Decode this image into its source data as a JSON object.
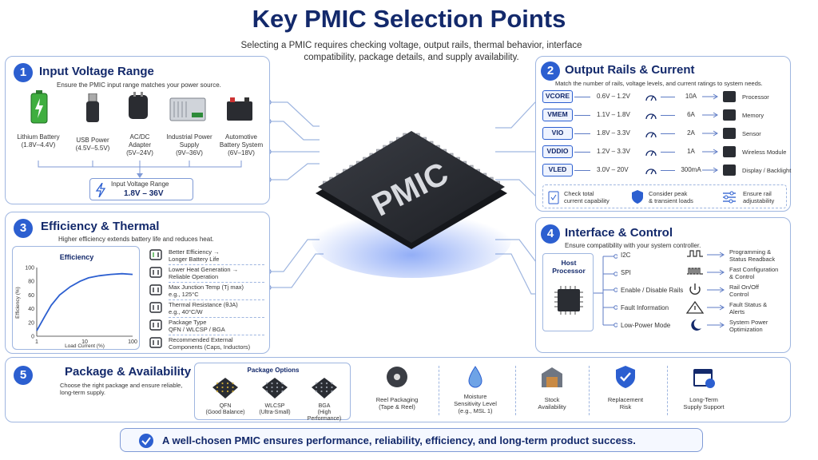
{
  "header": {
    "title": "Key PMIC Selection Points",
    "subtitle": "Selecting a PMIC requires checking voltage, output rails, thermal behavior, interface compatibility, package details, and supply availability."
  },
  "chip": {
    "label": "PMIC"
  },
  "input": {
    "number": "1",
    "title": "Input Voltage Range",
    "desc": "Ensure the PMIC input range matches your power source.",
    "sources": [
      {
        "name": "Lithium Battery",
        "range": "(1.8V–4.4V)"
      },
      {
        "name": "USB Power",
        "range": "(4.5V–5.5V)"
      },
      {
        "name": "AC/DC Adapter",
        "range": "(5V–24V)"
      },
      {
        "name": "Industrial Power Supply",
        "range": "(9V–36V)"
      },
      {
        "name": "Automotive Battery System",
        "range": "(6V–18V)"
      }
    ],
    "range_label": "Input Voltage Range",
    "range_value": "1.8V – 36V"
  },
  "rails": {
    "number": "2",
    "title": "Output Rails & Current",
    "desc": "Match the number of rails, voltage levels, and current ratings to system needs.",
    "items": [
      {
        "tag": "VCORE",
        "voltage": "0.6V – 1.2V",
        "current": "10A",
        "load": "Processor"
      },
      {
        "tag": "VMEM",
        "voltage": "1.1V – 1.8V",
        "current": "6A",
        "load": "Memory"
      },
      {
        "tag": "VIO",
        "voltage": "1.8V – 3.3V",
        "current": "2A",
        "load": "Sensor"
      },
      {
        "tag": "VDDIO",
        "voltage": "1.2V – 3.3V",
        "current": "1A",
        "load": "Wireless Module"
      },
      {
        "tag": "VLED",
        "voltage": "3.0V – 20V",
        "current": "300mA",
        "load": "Display / Backlight"
      }
    ],
    "checks": [
      {
        "line1": "Check total",
        "line2": "current capability"
      },
      {
        "line1": "Consider peak",
        "line2": "& transient loads"
      },
      {
        "line1": "Ensure rail",
        "line2": "adjustability"
      }
    ]
  },
  "efficiency": {
    "number": "3",
    "title": "Efficiency & Thermal",
    "desc": "Higher efficiency extends battery life and reduces heat.",
    "chart_title": "Efficiency",
    "points": [
      {
        "line1": "Better Efficiency →",
        "line2": "Longer Battery Life"
      },
      {
        "line1": "Lower Heat Generation →",
        "line2": "Reliable Operation"
      },
      {
        "line1": "Max Junction Temp (Tj max)",
        "line2": "e.g., 125°C"
      },
      {
        "line1": "Thermal Resistance (θJA)",
        "line2": "e.g., 40°C/W"
      },
      {
        "line1": "Package Type",
        "line2": "QFN / WLCSP / BGA"
      },
      {
        "line1": "Recommended External",
        "line2": "Components (Caps, Inductors)"
      }
    ]
  },
  "chart_data": {
    "type": "line",
    "title": "Efficiency",
    "xlabel": "Load Current (%)",
    "ylabel": "Efficiency (%)",
    "x_ticks": [
      "1",
      "10",
      "100"
    ],
    "y_ticks": [
      "0",
      "20",
      "40",
      "60",
      "80",
      "100"
    ],
    "xscale": "log",
    "xlim": [
      1,
      100
    ],
    "ylim": [
      0,
      100
    ],
    "series": [
      {
        "x": [
          1,
          1.5,
          2,
          3,
          5,
          8,
          12,
          20,
          35,
          60,
          100
        ],
        "y": [
          8,
          30,
          45,
          60,
          72,
          80,
          85,
          88,
          90,
          91,
          90
        ]
      }
    ],
    "line_color": "#2c5fd0"
  },
  "interface": {
    "number": "4",
    "title": "Interface & Control",
    "desc": "Ensure compatibility with your system controller.",
    "host_line1": "Host",
    "host_line2": "Processor",
    "rows": [
      {
        "signal": "I2C",
        "result1": "Programming &",
        "result2": "Status Readback"
      },
      {
        "signal": "SPI",
        "result1": "Fast Configuration",
        "result2": "& Control"
      },
      {
        "signal": "Enable / Disable Rails",
        "result1": "Rail On/Off",
        "result2": "Control"
      },
      {
        "signal": "Fault Information",
        "result1": "Fault Status &",
        "result2": "Alerts"
      },
      {
        "signal": "Low-Power Mode",
        "result1": "System Power",
        "result2": "Optimization"
      }
    ]
  },
  "package": {
    "number": "5",
    "title": "Package & Availability",
    "desc1": "Choose the right package and ensure reliable,",
    "desc2": "long-term supply.",
    "options_title": "Package Options",
    "options": [
      {
        "name": "QFN",
        "note": "(Good Balance)"
      },
      {
        "name": "WLCSP",
        "note": "(Ultra-Small)"
      },
      {
        "name": "BGA",
        "note": "(High Performance)"
      }
    ],
    "factors": [
      {
        "line1": "Reel Packaging",
        "line2": "(Tape & Reel)",
        "line3": ""
      },
      {
        "line1": "Moisture",
        "line2": "Sensitivity Level",
        "line3": "(e.g., MSL 1)"
      },
      {
        "line1": "Stock",
        "line2": "Availability",
        "line3": ""
      },
      {
        "line1": "Replacement",
        "line2": "Risk",
        "line3": ""
      },
      {
        "line1": "Long-Term",
        "line2": "Supply Support",
        "line3": ""
      }
    ]
  },
  "footer": {
    "text": "A well-chosen PMIC ensures performance, reliability, efficiency, and long-term product success."
  },
  "colors": {
    "accent": "#2c5fd0",
    "navy": "#13296b",
    "border": "#9fb6e0",
    "chip": "#2a2d33",
    "glow": "#3a6cf0"
  }
}
